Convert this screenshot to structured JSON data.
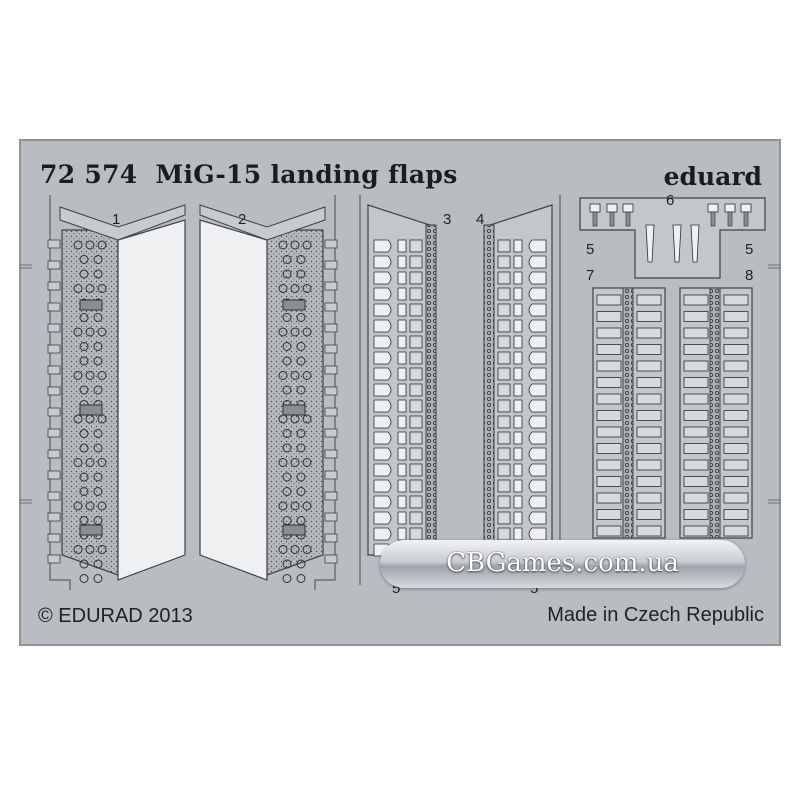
{
  "sheet": {
    "code": "72 574",
    "subject": "MiG-15 landing flaps",
    "brand": "eduard",
    "copyright": "© EDURAD 2013",
    "origin": "Made in Czech Republic"
  },
  "part_numbers": {
    "p1": "1",
    "p2": "2",
    "p3": "3",
    "p4": "4",
    "p5a": "5",
    "p5b": "5",
    "p5c": "5",
    "p5d": "5",
    "p6": "6",
    "p7": "7",
    "p8": "8"
  },
  "watermark": {
    "text": "CBGames.com.ua"
  },
  "colors": {
    "sheet": "#b9bcc1",
    "ink": "#1f2124",
    "metal": "#aeb2b7",
    "highlight": "#eef0f2"
  }
}
